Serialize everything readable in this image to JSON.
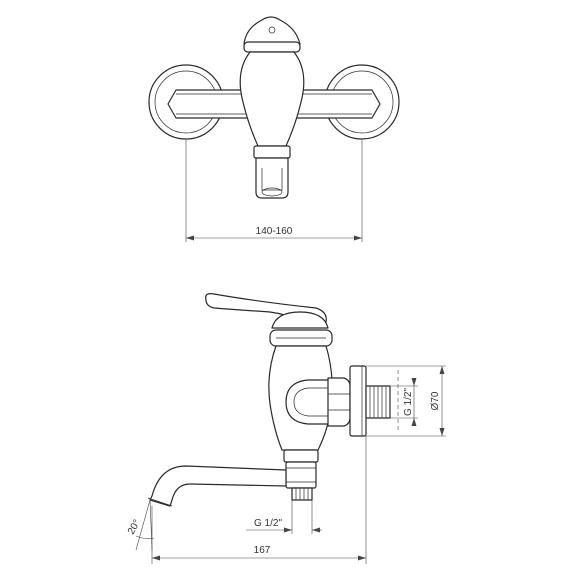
{
  "drawing": {
    "front_view": {
      "width_dimension": "140-160"
    },
    "side_view": {
      "projection_dimension": "167",
      "outlet_thread": "G 1/2\"",
      "inlet_thread": "G 1/2\"",
      "flange_diameter": "Ø70",
      "spout_angle": "20°"
    }
  }
}
